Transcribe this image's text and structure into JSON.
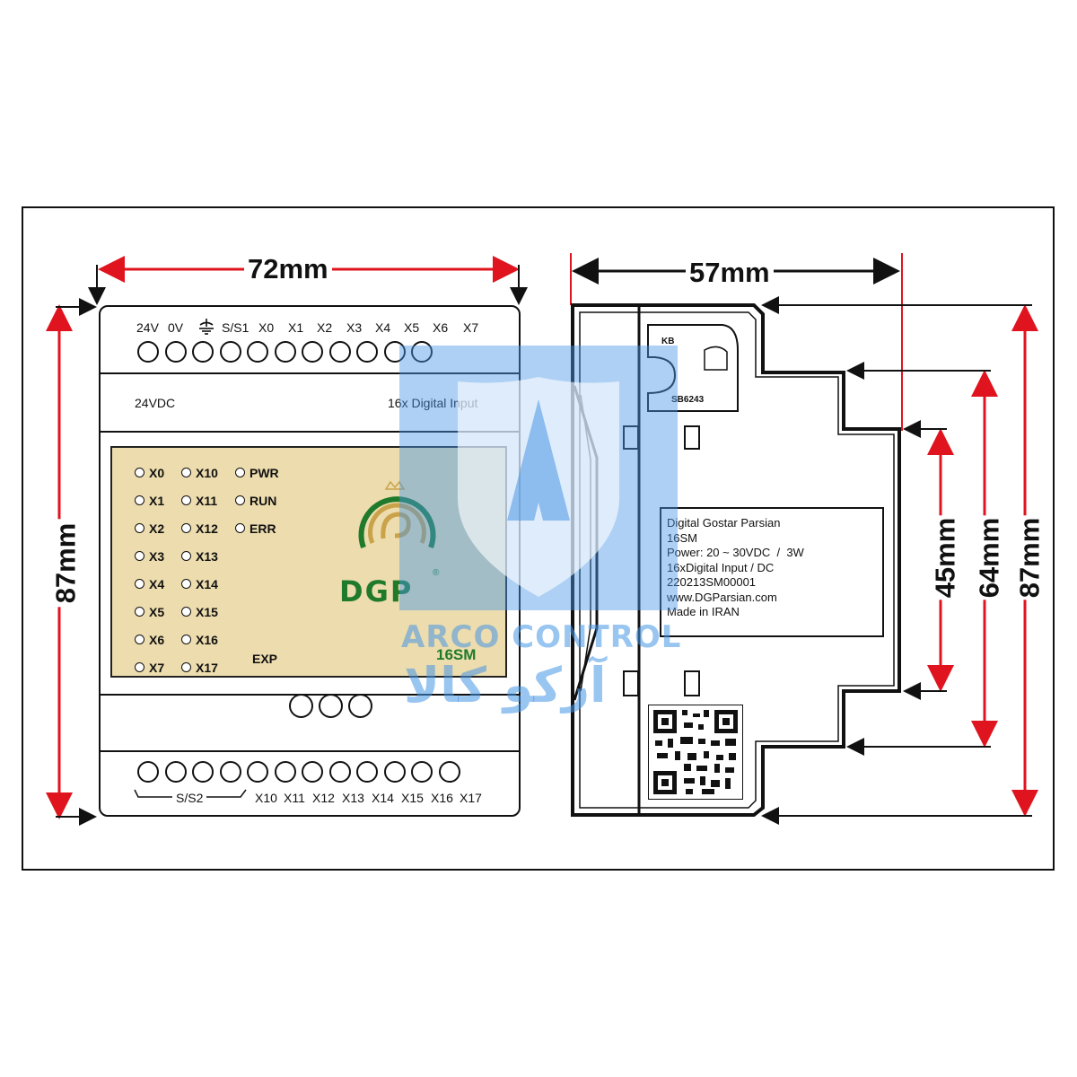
{
  "front": {
    "width_dim": "72mm",
    "height_dim": "87mm",
    "top_terminal_labels": [
      "24V",
      "0V",
      "S/S1",
      "X0",
      "X1",
      "X2",
      "X3",
      "X4",
      "X5",
      "X6",
      "X7"
    ],
    "supply_label": "24VDC",
    "io_label": "16x Digital Input",
    "leds_col1": [
      "X0",
      "X1",
      "X2",
      "X3",
      "X4",
      "X5",
      "X6",
      "X7"
    ],
    "leds_col2": [
      "X10",
      "X11",
      "X12",
      "X13",
      "X14",
      "X15",
      "X16",
      "X17"
    ],
    "leds_col3": [
      "PWR",
      "RUN",
      "ERR"
    ],
    "exp_label": "EXP",
    "brand_logo": "DGP",
    "registered_mark": "®",
    "model": "16SM",
    "bottom_ss_label": "S/S2",
    "bottom_terminal_labels": [
      "X10",
      "X11",
      "X12",
      "X13",
      "X14",
      "X15",
      "X16",
      "X17"
    ]
  },
  "side": {
    "depth_dim": "57mm",
    "height_dims": [
      "45mm",
      "64mm",
      "87mm"
    ],
    "tag_top": "KB",
    "tag_bottom": "SB6243",
    "label_lines": [
      "Digital Gostar Parsian",
      "16SM",
      "Power: 20 ~ 30VDC  /  3W",
      "16xDigital Input / DC",
      "220213SM00001",
      "www.DGParsian.com",
      "Made in IRAN"
    ]
  },
  "watermark": {
    "line1": "ARCO CONTROL",
    "line2": "آرکو کالا"
  },
  "colors": {
    "dimension_arrow": "#e0141e",
    "panel": "#eddcad",
    "logo_green": "#1f7a2c",
    "watermark": "#4a96e6"
  }
}
